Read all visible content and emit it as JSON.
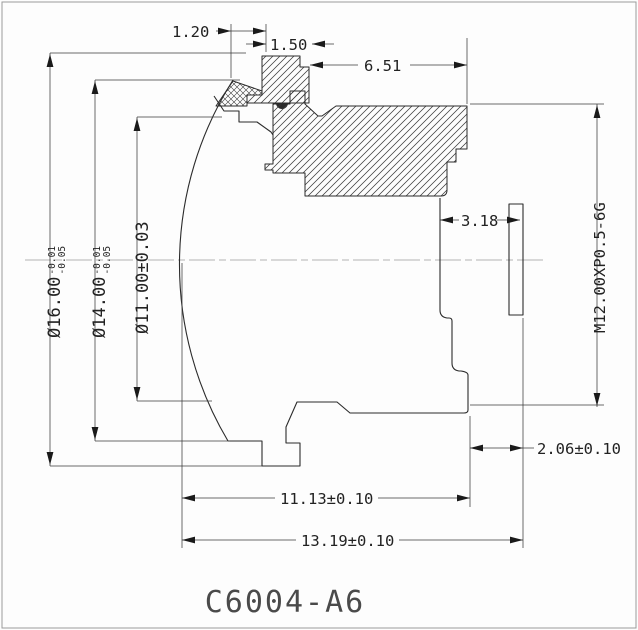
{
  "drawing": {
    "title": "C6004-A6",
    "dimensions": {
      "dia16_label": "Ø16.00",
      "dia16_tol_upper": "-0.01",
      "dia16_tol_lower": "-0.05",
      "dia14_label": "Ø14.00",
      "dia14_tol_upper": "-0.01",
      "dia14_tol_lower": "-0.05",
      "dia11_label": "Ø11.00±0.03",
      "cap_step_width": "1.20",
      "cap_width": "1.50",
      "barrel_length": "6.51",
      "thread_spec": "M12.00XP0.5-6G",
      "rear_offset": "3.18",
      "rear_flange_gap": "2.06±0.10",
      "body_length": "11.13±0.10",
      "overall_length": "13.19±0.10"
    },
    "colors": {
      "part_line": "#2b2b2b",
      "dimension_line": "#3a3a3a",
      "title_text": "#4a4a4a",
      "background": "#fdfdfd"
    }
  }
}
